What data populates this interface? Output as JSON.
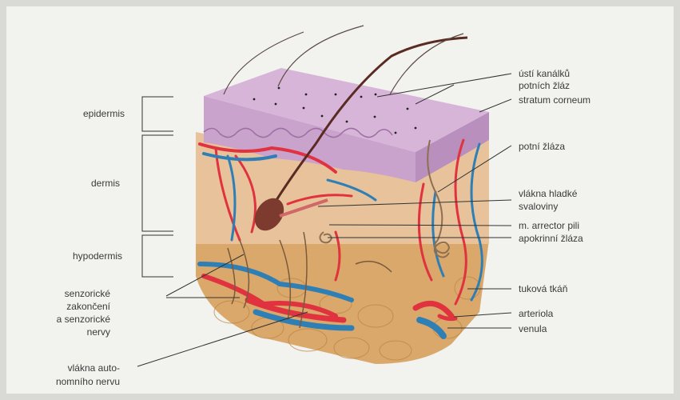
{
  "labels": {
    "epidermis": "epidermis",
    "dermis": "dermis",
    "hypodermis": "hypodermis",
    "sensory_1": "senzorické",
    "sensory_2": "zakončení",
    "sensory_3": "a senzorické",
    "sensory_4": "nervy",
    "autonomic_1": "vlákna auto-",
    "autonomic_2": "nomního nervu",
    "sweat_pores_1": "ústí kanálků",
    "sweat_pores_2": "potních žláz",
    "stratum_corneum": "stratum corneum",
    "sweat_gland": "potní žláza",
    "smooth_muscle_1": "vlákna hladké",
    "smooth_muscle_2": "svaloviny",
    "arrector_pili": "m. arrector pili",
    "apocrine_gland": "apokrinní žláza",
    "adipose_tissue": "tuková tkáň",
    "arteriole": "arteriola",
    "venule": "venula"
  },
  "colors": {
    "background": "#d9dad6",
    "paper": "#f2f2ef",
    "epidermis_top": "#d7b5d8",
    "epidermis_front": "#c9a3cc",
    "dermis": "#e7c29a",
    "hypodermis": "#d9a86a",
    "artery": "#e0323f",
    "vein": "#2e7fb6",
    "hair": "#5a2b22",
    "label_text": "#3a3a3a",
    "line": "#333333"
  }
}
